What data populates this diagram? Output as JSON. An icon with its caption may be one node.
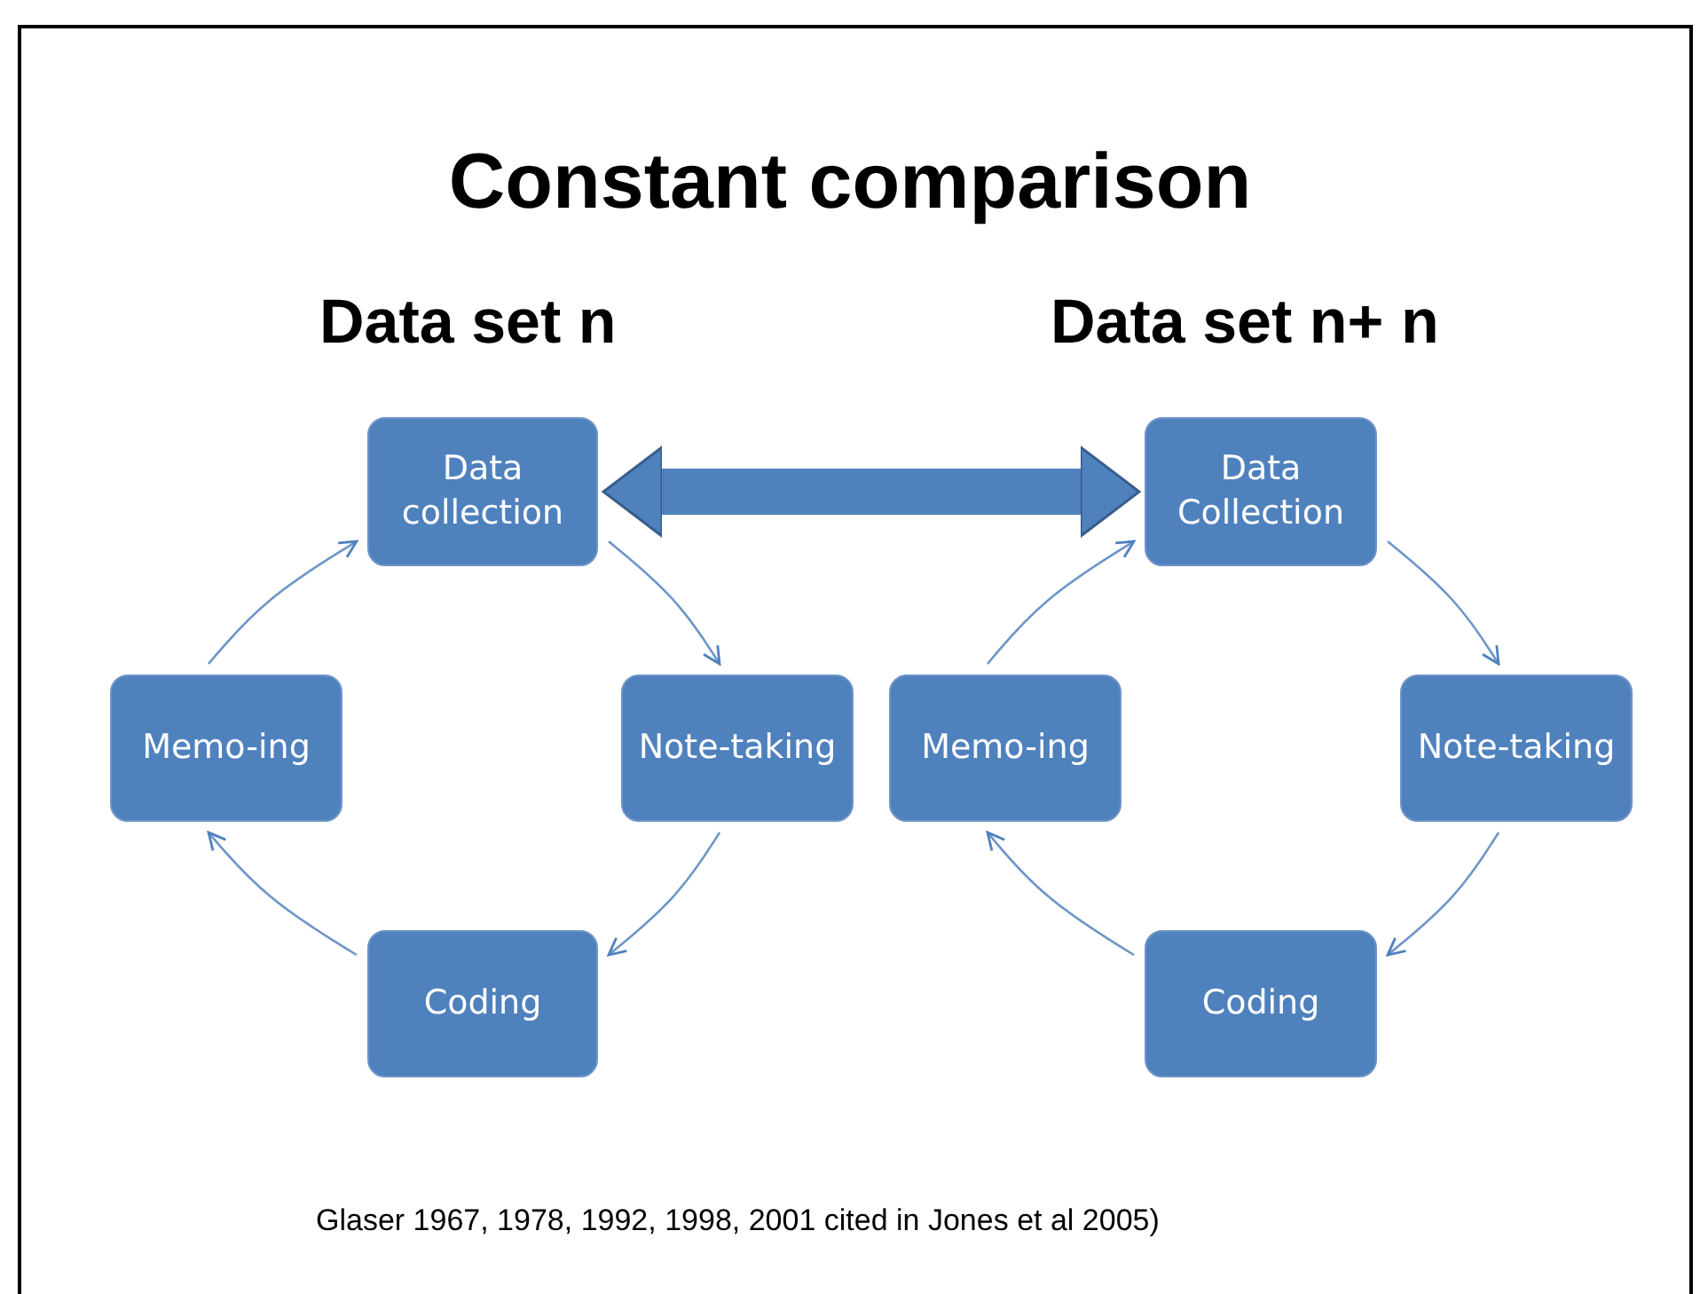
{
  "diagram": {
    "title": "Constant comparison",
    "caption": "Glaser 1967, 1978, 1992, 1998, 2001 cited in Jones et al 2005)",
    "nodes": [
      {
        "text": [
          "Data collection"
        ]
      },
      {
        "text": [
          "Note-taking"
        ]
      },
      {
        "text": [
          "Coding"
        ]
      },
      {
        "text": [
          "Memo-ing"
        ]
      },
      {
        "text": [
          "Data Collection"
        ]
      },
      {
        "text": [
          "Note-taking"
        ]
      },
      {
        "text": [
          "Coding"
        ]
      },
      {
        "text": [
          "Memo-ing"
        ]
      }
    ],
    "edges": [
      {
        "from": 0,
        "to": 1,
        "arrow": "to"
      },
      {
        "from": 1,
        "to": 2,
        "arrow": "to"
      },
      {
        "from": 2,
        "to": 3,
        "arrow": "to"
      },
      {
        "from": 3,
        "to": 0,
        "arrow": "to"
      },
      {
        "from": 4,
        "to": 5,
        "arrow": "to"
      },
      {
        "from": 5,
        "to": 6,
        "arrow": "to"
      },
      {
        "from": 6,
        "to": 7,
        "arrow": "to"
      },
      {
        "from": 7,
        "to": 4,
        "arrow": "to"
      },
      {
        "from": 0,
        "to": 4,
        "arrow": "both",
        "style": "thick"
      }
    ],
    "labels": [
      "Data set n",
      "Data set n+ n"
    ]
  }
}
